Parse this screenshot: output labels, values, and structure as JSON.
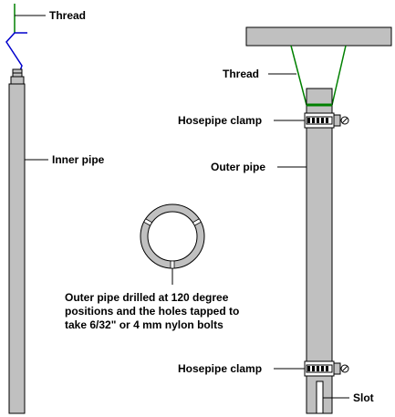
{
  "labels": {
    "thread_left": "Thread",
    "inner_pipe": "Inner pipe",
    "thread_right": "Thread",
    "clamp_top": "Hosepipe clamp",
    "outer_pipe": "Outer pipe",
    "note_line1": "Outer pipe drilled at 120 degree",
    "note_line2": "positions and the holes tapped to",
    "note_line3": "take 6/32\" or 4 mm nylon bolts",
    "clamp_bottom": "Hosepipe clamp",
    "slot": "Slot"
  },
  "colors": {
    "pipe_fill": "#c0c0c0",
    "thread": "#008000",
    "hook": "#0000cc",
    "outline": "#000000",
    "background": "#ffffff"
  }
}
